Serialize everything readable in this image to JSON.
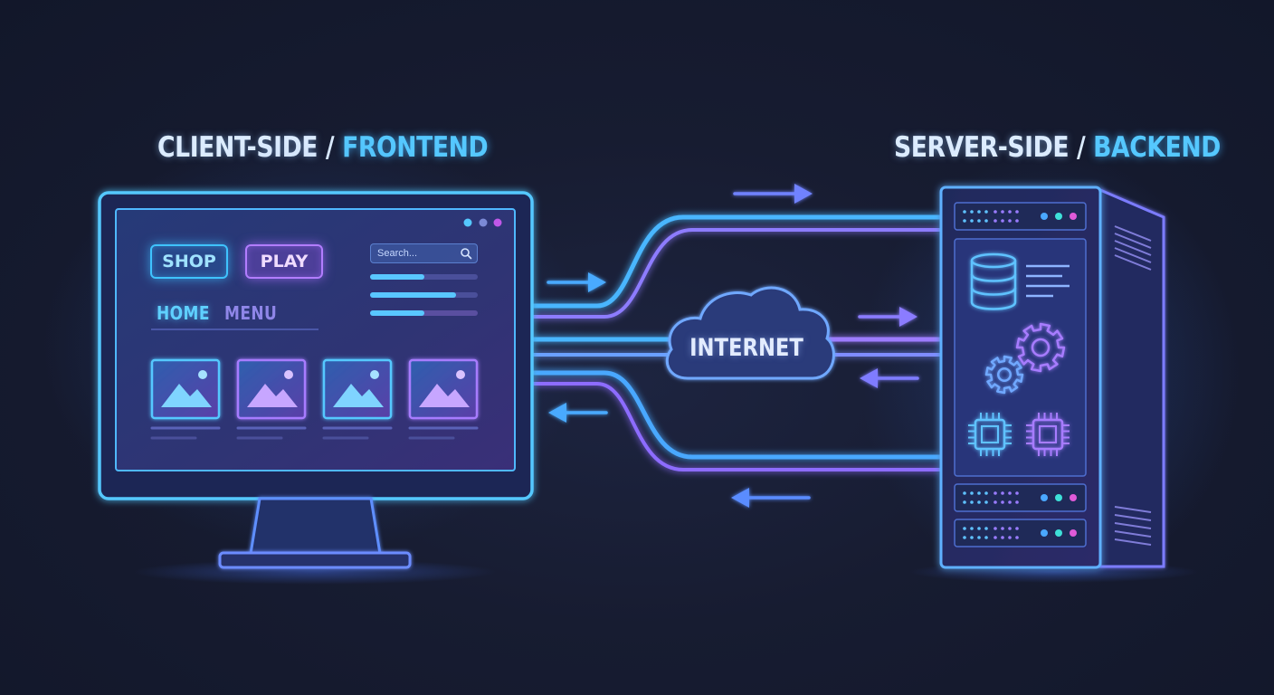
{
  "client": {
    "heading_main": "CLIENT-SIDE",
    "heading_sep": " / ",
    "heading_accent": "FRONTEND",
    "buttons": {
      "shop": "SHOP",
      "play": "PLAY"
    },
    "tabs": {
      "home": "HOME",
      "menu": "MENU"
    },
    "search": {
      "placeholder": "Search..."
    }
  },
  "network": {
    "label": "INTERNET"
  },
  "server": {
    "heading_main": "SERVER-SIDE",
    "heading_sep": " / ",
    "heading_accent": "BACKEND"
  },
  "colors": {
    "background": "#151a2d",
    "cyan_glow": "#3fc3ff",
    "violet_glow": "#a77cff",
    "heading_text": "#dcecff"
  },
  "icons": [
    "image-icon",
    "search-icon",
    "cloud-icon",
    "database-icon",
    "gear-icon",
    "chip-icon",
    "arrow-right-icon",
    "arrow-left-icon"
  ]
}
